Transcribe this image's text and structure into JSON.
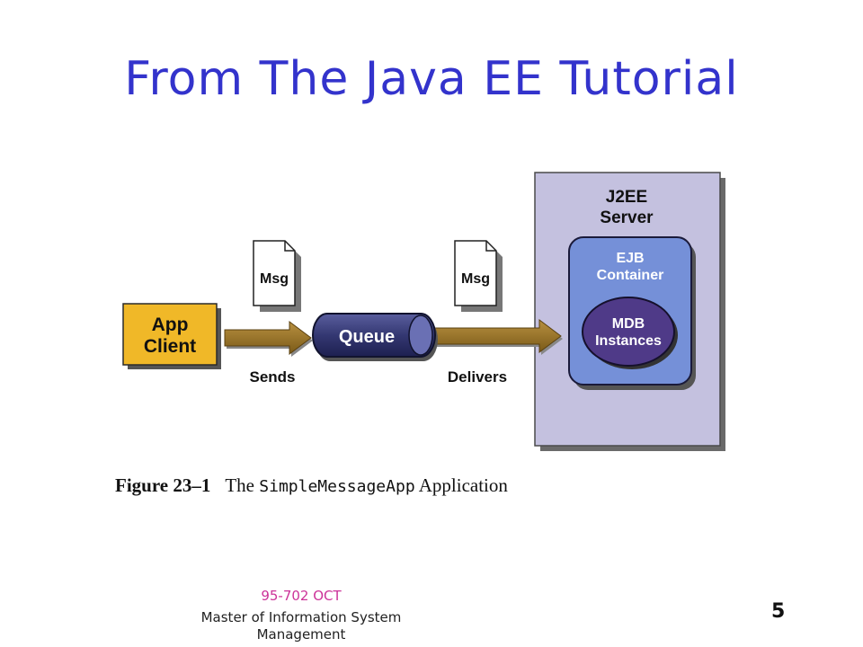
{
  "slide": {
    "title": "From The Java EE Tutorial",
    "page_number": "5",
    "footer": {
      "course": "95-702 OCT",
      "program": "Master of Information System Management"
    }
  },
  "diagram": {
    "server_label_line1": "J2EE",
    "server_label_line2": "Server",
    "container_label_line1": "EJB",
    "container_label_line2": "Container",
    "mdb_label_line1": "MDB",
    "mdb_label_line2": "Instances",
    "client_label_line1": "App",
    "client_label_line2": "Client",
    "queue_label": "Queue",
    "msg1_label": "Msg",
    "msg2_label": "Msg",
    "sends_label": "Sends",
    "delivers_label": "Delivers",
    "colors": {
      "server_fill": "#c4c1df",
      "container_fill": "#7590d8",
      "mdb_fill": "#4f3a88",
      "client_fill": "#f0b828",
      "queue_fill": "#343872",
      "arrow_fill": "#9a7424"
    }
  },
  "caption": {
    "figure_label": "Figure 23–1",
    "text_before": "The ",
    "code_text": "SimpleMessageApp",
    "text_after": " Application"
  }
}
